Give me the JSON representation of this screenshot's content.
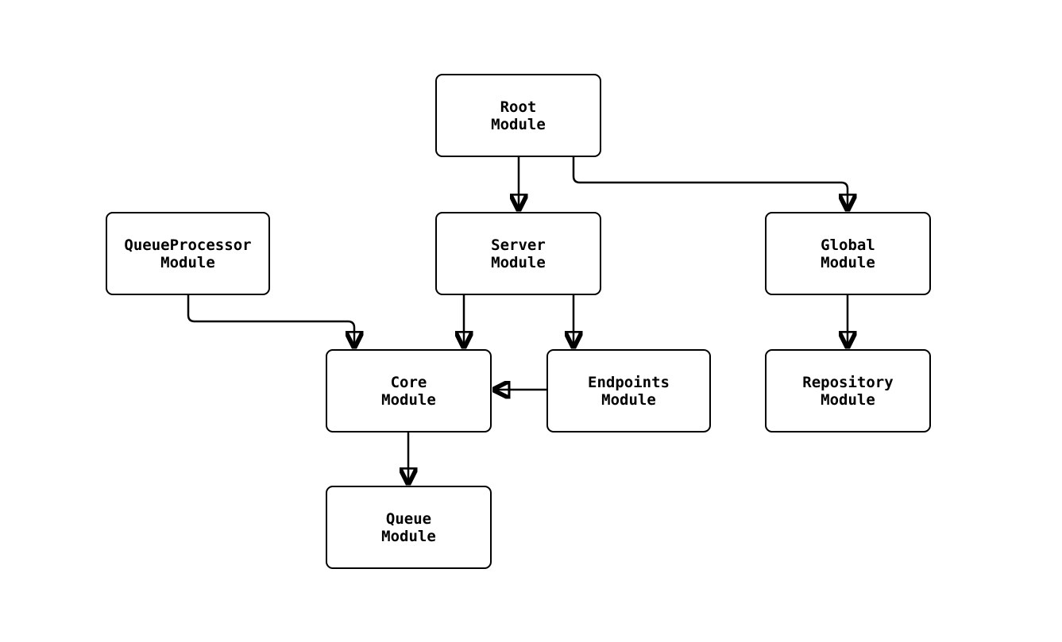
{
  "diagram": {
    "kind": "module-dependency-flowchart",
    "background_color": "#ffffff",
    "stroke_color": "#000000",
    "node_fill_color": "#ffffff",
    "nodes": {
      "root": {
        "line1": "Root",
        "line2": "Module"
      },
      "queueproc": {
        "line1": "QueueProcessor",
        "line2": "Module"
      },
      "server": {
        "line1": "Server",
        "line2": "Module"
      },
      "global": {
        "line1": "Global",
        "line2": "Module"
      },
      "core": {
        "line1": "Core",
        "line2": "Module"
      },
      "endpoints": {
        "line1": "Endpoints",
        "line2": "Module"
      },
      "repository": {
        "line1": "Repository",
        "line2": "Module"
      },
      "queue": {
        "line1": "Queue",
        "line2": "Module"
      }
    },
    "edges": [
      {
        "from": "Root Module",
        "to": "Server Module"
      },
      {
        "from": "Root Module",
        "to": "Global Module"
      },
      {
        "from": "QueueProcessor Module",
        "to": "Core Module"
      },
      {
        "from": "Server Module",
        "to": "Core Module"
      },
      {
        "from": "Server Module",
        "to": "Endpoints Module"
      },
      {
        "from": "Endpoints Module",
        "to": "Core Module"
      },
      {
        "from": "Global Module",
        "to": "Repository Module"
      },
      {
        "from": "Core Module",
        "to": "Queue Module"
      }
    ]
  }
}
